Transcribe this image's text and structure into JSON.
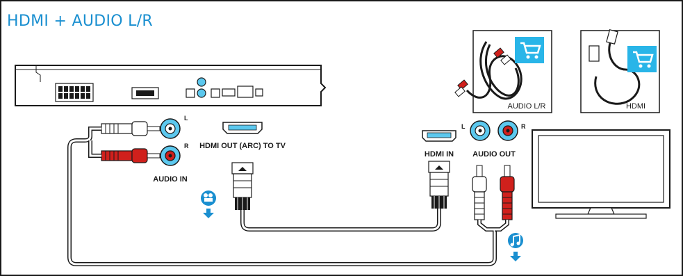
{
  "diagram": {
    "title": "HDMI + AUDIO L/R",
    "connector_labels": {
      "audio_in": "AUDIO IN",
      "audio_in_left": "L",
      "audio_in_right": "R",
      "hdmi_out": "HDMI OUT (ARC) TO TV",
      "hdmi_in": "HDMI IN",
      "audio_out": "AUDIO OUT",
      "audio_out_left": "L",
      "audio_out_right": "R"
    },
    "cable_cards": {
      "audio_cable": "AUDIO L/R",
      "hdmi_cable": "HDMI"
    }
  },
  "icons": {
    "video_icon": "video-camera-icon",
    "audio_icon": "music-note-icon",
    "cart_icon": "shopping-cart-icon",
    "arrow_icon": "arrow-down-icon"
  },
  "colors": {
    "accent_blue": "#1a8fd0",
    "cart_bg": "#29b5e8",
    "jack_ring": "#5cc8ee",
    "red_plug": "#d0201c",
    "frame_line": "#1a1a1a"
  }
}
